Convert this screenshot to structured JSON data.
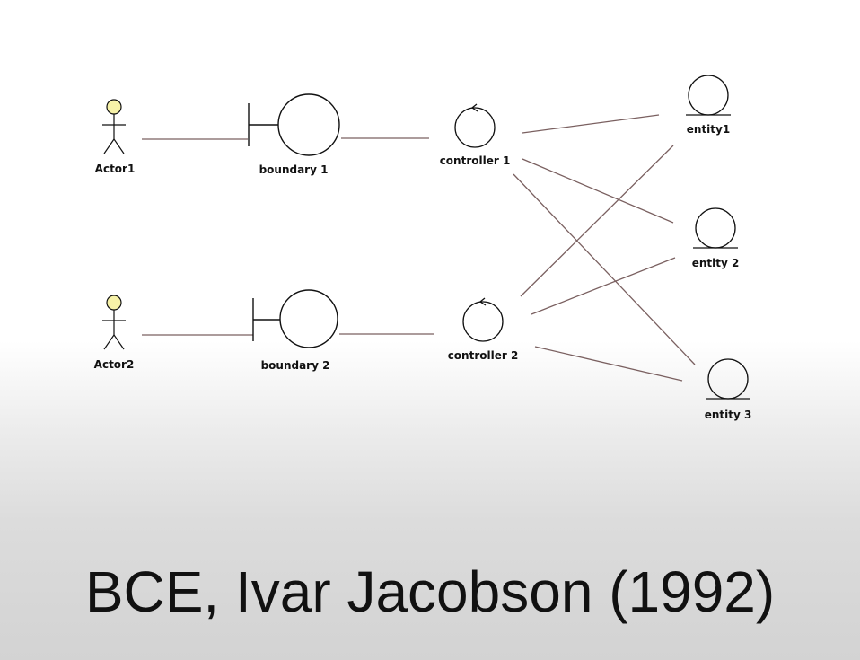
{
  "diagram": {
    "actors": [
      "Actor1",
      "Actor2"
    ],
    "boundaries": [
      "boundary 1",
      "boundary 2"
    ],
    "controllers": [
      "controller 1",
      "controller 2"
    ],
    "entities": [
      "entity1",
      "entity 2",
      "entity 3"
    ]
  },
  "caption": "BCE, Ivar Jacobson (1992)",
  "colors": {
    "actor_fill": "#f7f2a8",
    "line": "#7a6060",
    "stroke": "#111111"
  }
}
